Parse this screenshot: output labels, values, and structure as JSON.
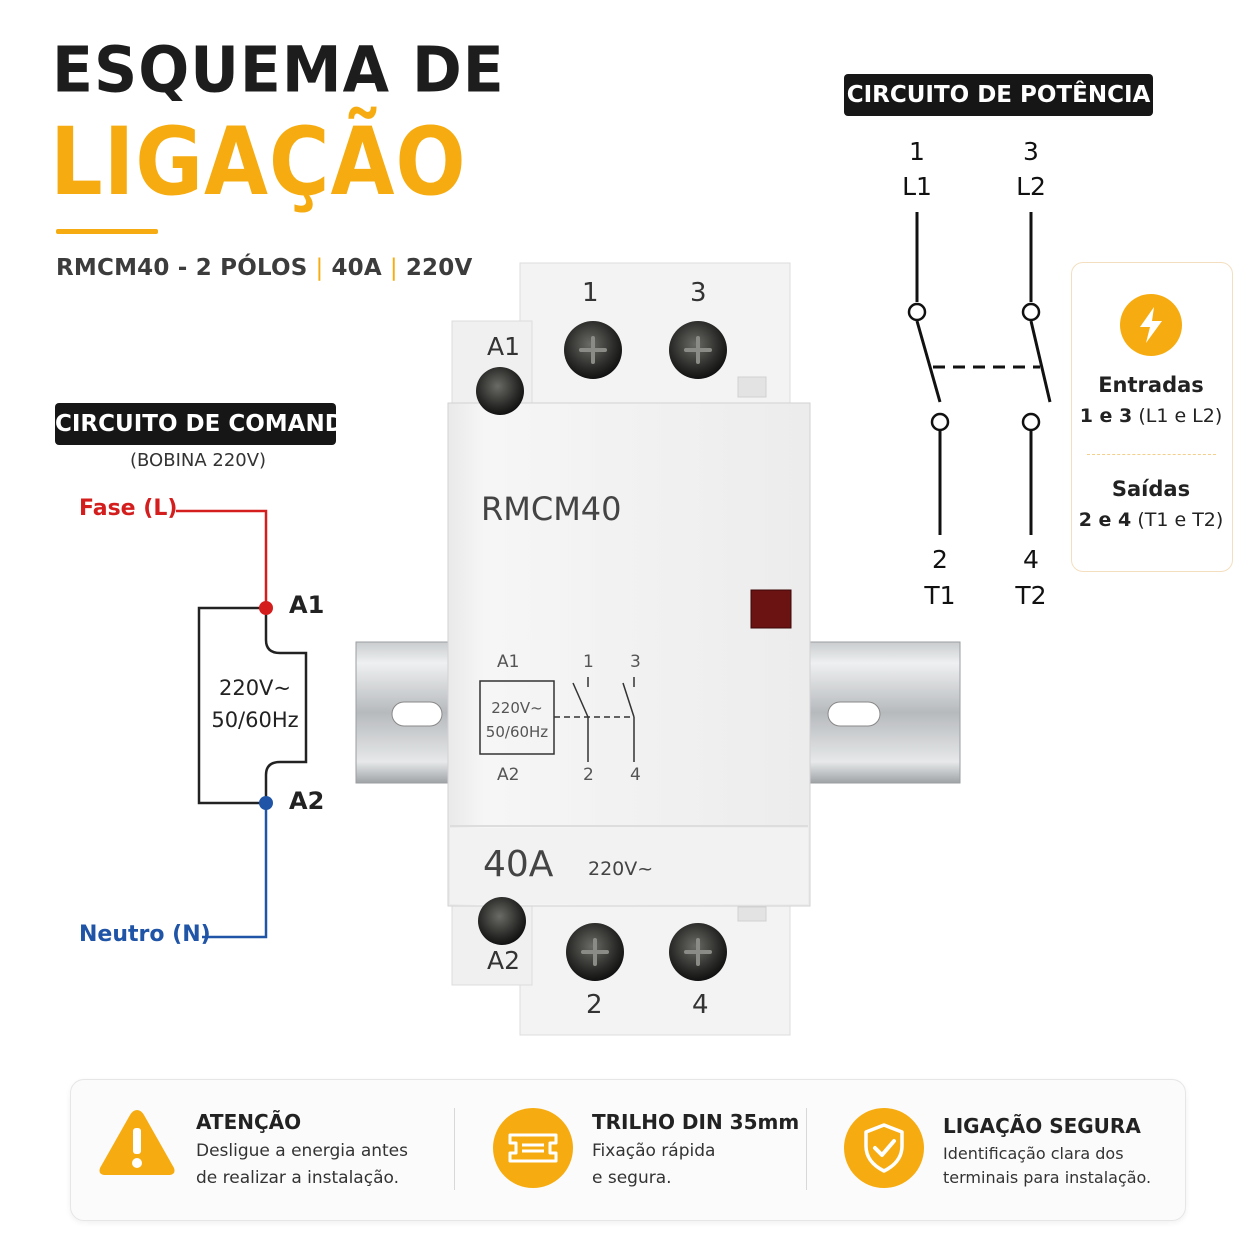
{
  "title": {
    "line1": "ESQUEMA DE",
    "line2": "LIGAÇÃO"
  },
  "subtitle": {
    "model": "RMCM40 - 2 PÓLOS",
    "current": "40A",
    "voltage": "220V",
    "separator": "|"
  },
  "command_circuit": {
    "heading": "CIRCUITO DE COMANDO",
    "subheading": "(BOBINA 220V)",
    "phase_label": "Fase (L)",
    "neutral_label": "Neutro (N)",
    "terminal_a1": "A1",
    "terminal_a2": "A2",
    "coil_voltage": "220V~",
    "coil_frequency": "50/60Hz",
    "colors": {
      "phase": "#d41e1e",
      "neutral": "#1f54a6"
    }
  },
  "power_circuit": {
    "heading": "CIRCUITO DE POTÊNCIA",
    "inputs": [
      {
        "number": "1",
        "line": "L1"
      },
      {
        "number": "3",
        "line": "L2"
      }
    ],
    "outputs": [
      {
        "number": "2",
        "line": "T1"
      },
      {
        "number": "4",
        "line": "T2"
      }
    ]
  },
  "info_card": {
    "icon": "lightning-icon",
    "inputs_title": "Entradas",
    "inputs_pre": "1 e 3",
    "inputs_post": "(L1 e L2)",
    "outputs_title": "Saídas",
    "outputs_pre": "2 e 4",
    "outputs_post": "(T1 e T2)"
  },
  "device": {
    "model": "RMCM40",
    "rating": "40A",
    "voltage": "220V~",
    "top_terminals": [
      "1",
      "3"
    ],
    "bottom_terminals": [
      "2",
      "4"
    ],
    "coil_top": "A1",
    "coil_bottom": "A2",
    "schematic": {
      "a1": "A1",
      "a2": "A2",
      "t1": "1",
      "t3": "3",
      "t2": "2",
      "t4": "4",
      "coil_voltage": "220V~",
      "coil_frequency": "50/60Hz"
    }
  },
  "features": [
    {
      "icon": "warning-icon",
      "title": "ATENÇÃO",
      "line1": "Desligue a energia antes",
      "line2": "de realizar a instalação."
    },
    {
      "icon": "din-rail-icon",
      "title": "TRILHO DIN 35mm",
      "line1": "Fixação rápida",
      "line2": "e segura."
    },
    {
      "icon": "shield-check-icon",
      "title": "LIGAÇÃO SEGURA",
      "line1": "Identificação clara dos",
      "line2": "terminais para instalação."
    }
  ],
  "colors": {
    "accent": "#f6ac10",
    "dark": "#161616"
  }
}
